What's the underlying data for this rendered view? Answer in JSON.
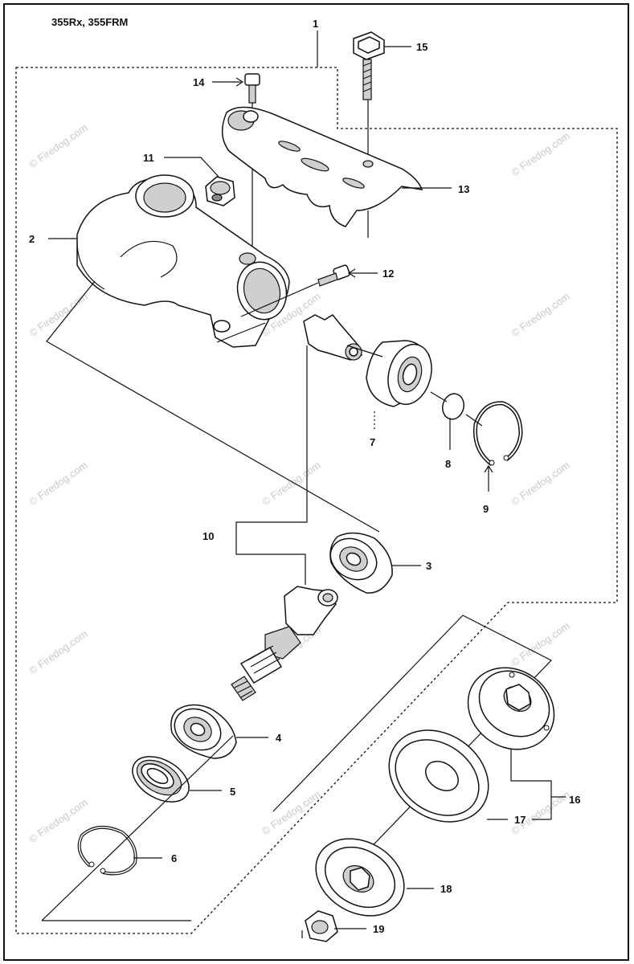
{
  "model_title": "355Rx, 355FRM",
  "watermark": "© Firedog.com",
  "colors": {
    "line": "#111111",
    "part_fill": "#ffffff",
    "shade": "#cfcfcf",
    "watermark": "#c9c9c9"
  },
  "callouts": {
    "p1": "1",
    "p2": "2",
    "p3": "3",
    "p4": "4",
    "p5": "5",
    "p6": "6",
    "p7": "7",
    "p8": "8",
    "p9": "9",
    "p10": "10",
    "p11": "11",
    "p12": "12",
    "p13": "13",
    "p14": "14",
    "p15": "15",
    "p16": "16",
    "p17": "17",
    "p18": "18",
    "p19": "19"
  }
}
